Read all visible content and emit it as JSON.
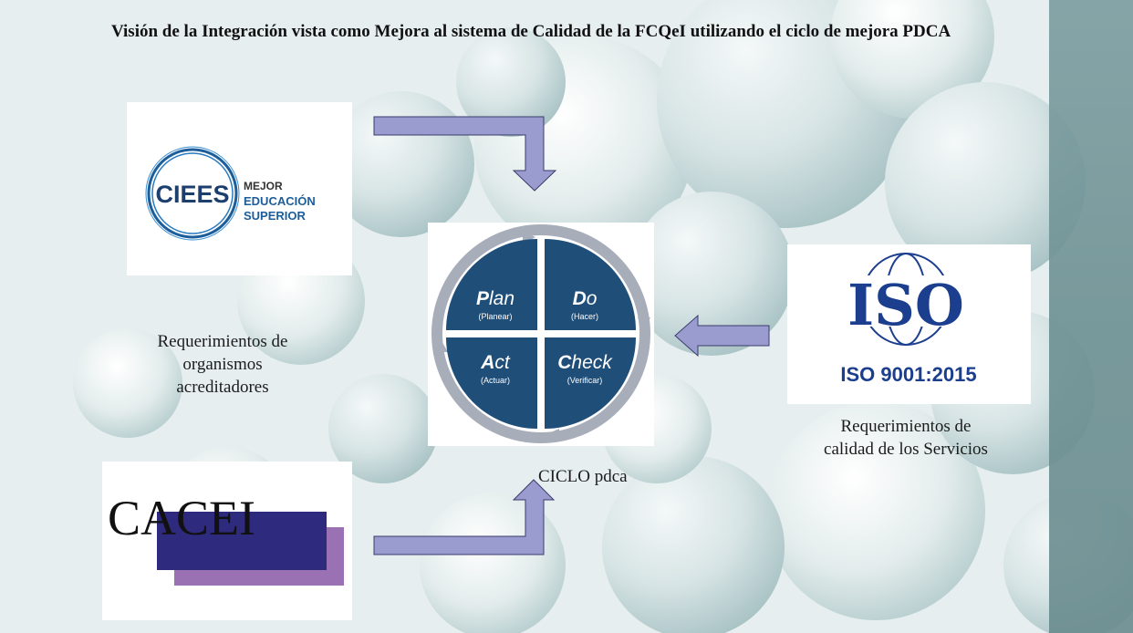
{
  "slide": {
    "title": "Visión de la Integración vista como Mejora al sistema de Calidad de la FCQeI utilizando el ciclo de mejora PDCA"
  },
  "logos": {
    "ciees": {
      "mark": "CIEES",
      "line1": "MEJOR",
      "line2": "EDUCACIÓN",
      "line3": "SUPERIOR"
    },
    "cacei": {
      "mark": "CACEI"
    },
    "iso": {
      "mark": "ISO",
      "standard": "ISO 9001:2015"
    }
  },
  "captions": {
    "left_line1": "Requerimientos de",
    "left_line2": "organismos",
    "left_line3": "acreditadores",
    "right_line1": "Requerimientos de",
    "right_line2": "calidad de los Servicios",
    "cycle": "CICLO pdca"
  },
  "pdca": {
    "plan": {
      "initial": "P",
      "rest": "lan",
      "sub": "(Planear)"
    },
    "do": {
      "initial": "D",
      "rest": "o",
      "sub": "(Hacer)"
    },
    "act": {
      "initial": "A",
      "rest": "ct",
      "sub": "(Actuar)"
    },
    "check": {
      "initial": "C",
      "rest": "heck",
      "sub": "(Verificar)"
    }
  },
  "colors": {
    "quadrant": "#1f4e79",
    "arrow_fill": "#9a9ccf",
    "arrow_stroke": "#3b3d6b",
    "ring": "#a8adba",
    "cacei_blue": "#2e2a7e",
    "cacei_purple": "#9a72b3",
    "ciees_blue": "#1c5d9c",
    "iso_blue": "#1b3e8e"
  }
}
